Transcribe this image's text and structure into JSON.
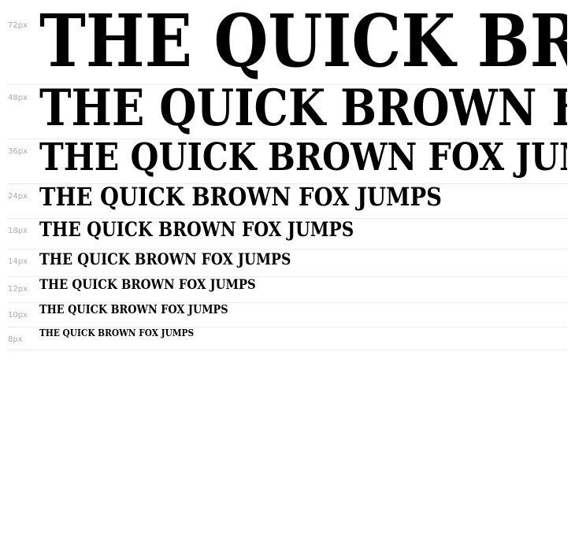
{
  "specimen": {
    "sample_text": "THE QUICK BROWN FOX JUMPS",
    "rows": [
      {
        "label": "72px"
      },
      {
        "label": "48px"
      },
      {
        "label": "36px"
      },
      {
        "label": "24px"
      },
      {
        "label": "18px"
      },
      {
        "label": "14px"
      },
      {
        "label": "12px"
      },
      {
        "label": "10px"
      },
      {
        "label": "8px"
      }
    ]
  },
  "colors": {
    "text": "#000000",
    "label": "#aaaaaa",
    "divider": "#ececec"
  }
}
